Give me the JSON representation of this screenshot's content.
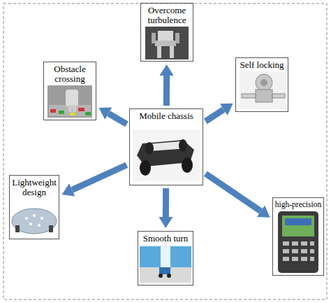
{
  "diagram": {
    "nodes": [
      {
        "text": [
          "Overcome turbulence"
        ]
      },
      {
        "text": [
          "Obstacle crossing"
        ]
      },
      {
        "text": [
          "Self locking"
        ]
      },
      {
        "text": [
          "Mobile chassis"
        ]
      },
      {
        "text": [
          "Lightweight design"
        ]
      },
      {
        "text": [
          "high-precision"
        ]
      },
      {
        "text": [
          "Smooth turn"
        ]
      }
    ],
    "edges": [
      {
        "from": 3,
        "to": 0,
        "arrow": "to"
      },
      {
        "from": 3,
        "to": 1,
        "arrow": "to"
      },
      {
        "from": 3,
        "to": 2,
        "arrow": "to"
      },
      {
        "from": 3,
        "to": 4,
        "arrow": "to"
      },
      {
        "from": 3,
        "to": 5,
        "arrow": "to"
      },
      {
        "from": 3,
        "to": 6,
        "arrow": "to"
      }
    ]
  }
}
